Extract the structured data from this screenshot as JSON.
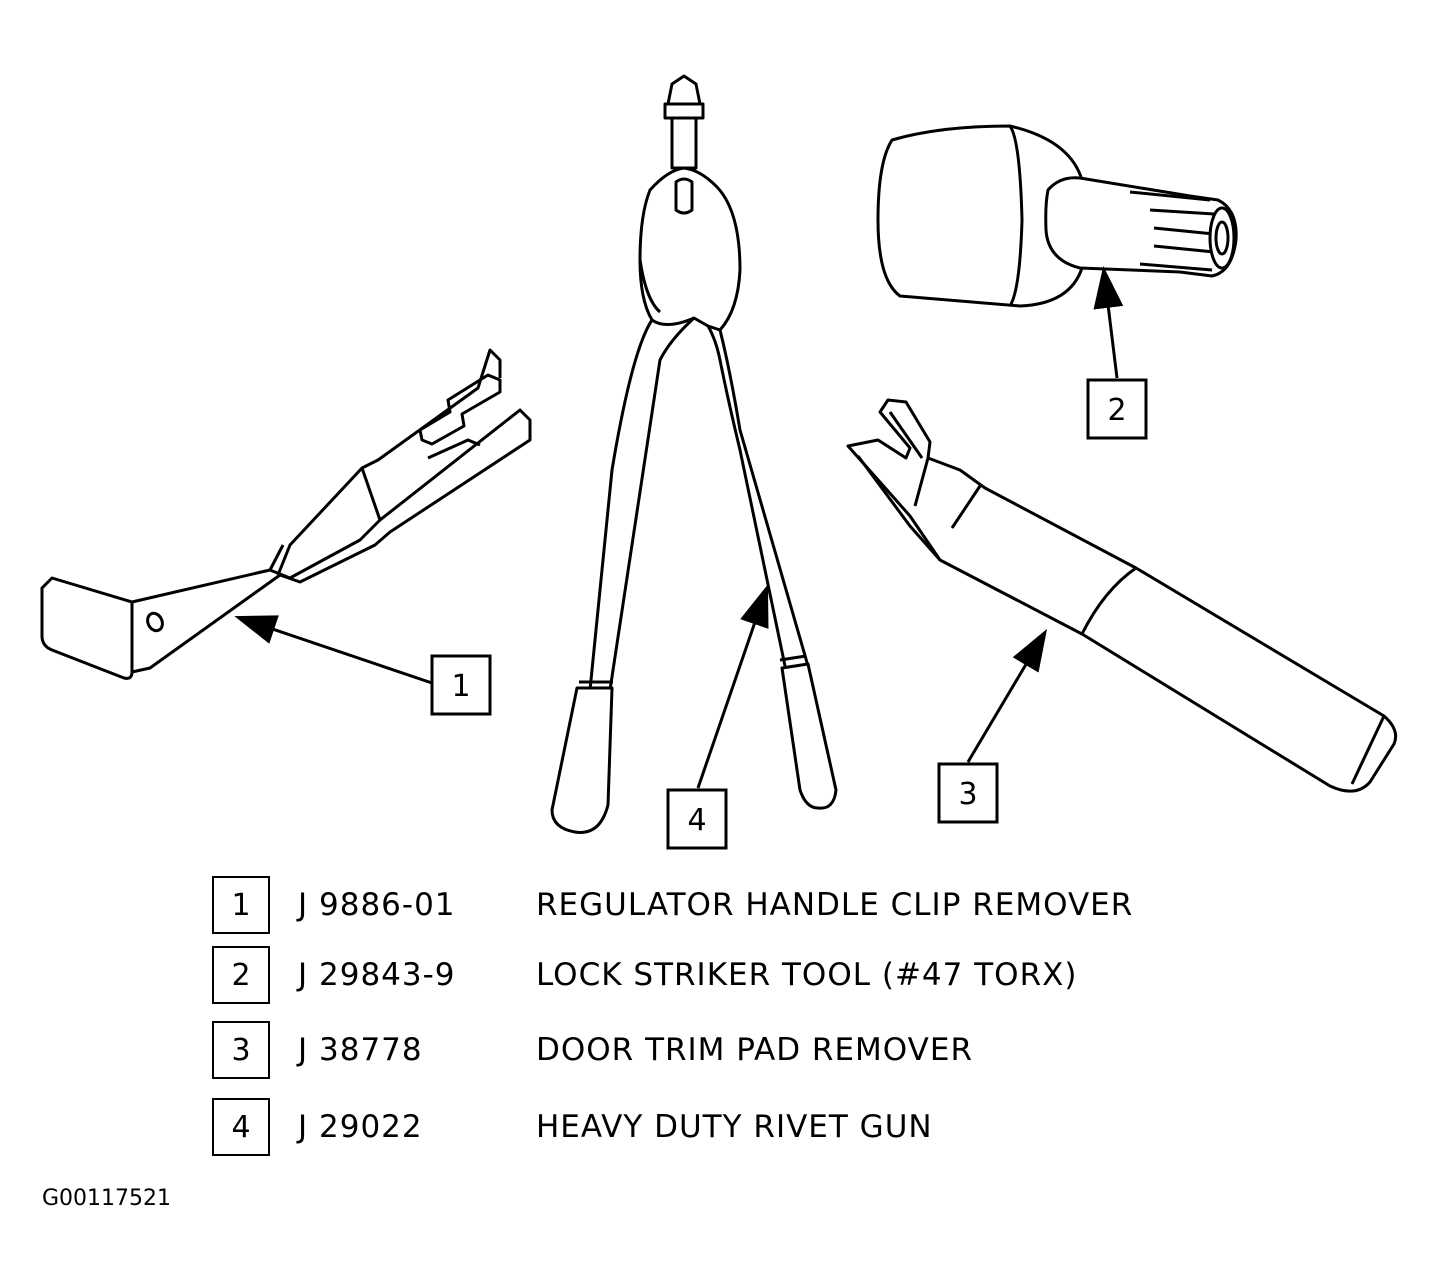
{
  "callouts": {
    "c1": "1",
    "c2": "2",
    "c3": "3",
    "c4": "4"
  },
  "legend": [
    {
      "num": "1",
      "part": "J 9886-01",
      "desc": "REGULATOR HANDLE CLIP REMOVER"
    },
    {
      "num": "2",
      "part": "J 29843-9",
      "desc": "LOCK STRIKER TOOL (#47 TORX)"
    },
    {
      "num": "3",
      "part": "J 38778",
      "desc": "DOOR TRIM PAD REMOVER"
    },
    {
      "num": "4",
      "part": "J 29022",
      "desc": "HEAVY DUTY RIVET GUN"
    }
  ],
  "figure_id": "G00117521",
  "colors": {
    "ink": "#000000",
    "paper": "#ffffff"
  }
}
